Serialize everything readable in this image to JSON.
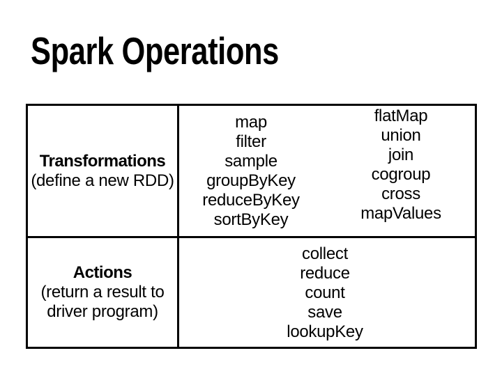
{
  "slide_title": "Spark Operations",
  "table": {
    "transformations": {
      "name": "Transformations",
      "description": "(define a new RDD)",
      "operations_left": [
        "map",
        "filter",
        "sample",
        "groupByKey",
        "reduceByKey",
        "sortByKey"
      ],
      "operations_right": [
        "flatMap",
        "union",
        "join",
        "cogroup",
        "cross",
        "mapValues"
      ]
    },
    "actions": {
      "name": "Actions",
      "description_line1": "(return a result to",
      "description_line2": "driver program)",
      "operations": [
        "collect",
        "reduce",
        "count",
        "save",
        "lookupKey"
      ]
    }
  },
  "colors": {
    "background": "#ffffff",
    "text": "#000000",
    "border": "#000000"
  }
}
